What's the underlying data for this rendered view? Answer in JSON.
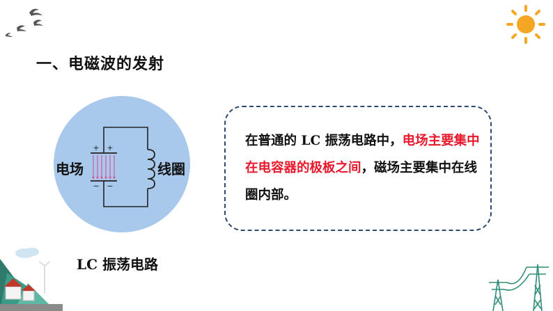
{
  "heading": "一、电磁波的发射",
  "diagram": {
    "field_label": "电场",
    "coil_label": "线圈",
    "caption": "LC 振荡电路",
    "plus_sign": "+",
    "minus_sign": "−"
  },
  "paragraph": {
    "part1_a": "在普通的 ",
    "part1_lc": "LC",
    "part1_b": " 振荡电路中，",
    "highlight": "电场主要集中在电容器的极板之间",
    "part2": "，磁场主要集中在线圈内部。"
  },
  "colors": {
    "circle": "#a8c8ec",
    "highlight": "#e8192c",
    "field_lines": "#d857a0",
    "box_border": "#2b4a6e",
    "sun": "#f5a623"
  }
}
